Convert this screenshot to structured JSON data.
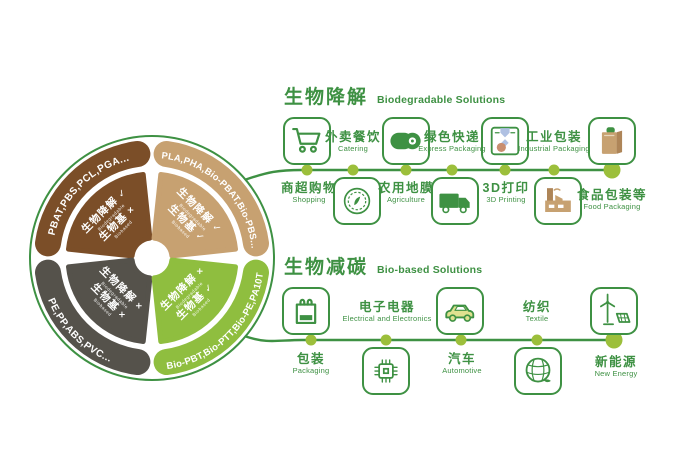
{
  "colors": {
    "green": "#3E9143",
    "olive_dot": "#9CBF3B",
    "brown": "#7B4E28",
    "tan": "#C7A171",
    "dark_gray": "#55524B",
    "leaf_green": "#8FBE3F"
  },
  "wheel": {
    "quadrants": [
      {
        "position": "top-left",
        "color": "#7B4E28",
        "band": "PBAT,PBS,PCL,PGA...",
        "biodegradable_zh": "生物降解",
        "biodegradable_mark": "✓",
        "biodegradable_en": "Biodegradable",
        "biobased_zh": "生物基",
        "biobased_mark": "×",
        "biobased_en": "Biobased"
      },
      {
        "position": "top-right",
        "color": "#C7A171",
        "band": "PLA,PHA,Bio-PBAT,Bio-PBS...",
        "biodegradable_zh": "生物降解",
        "biodegradable_mark": "✓",
        "biodegradable_en": "Biodegradable",
        "biobased_zh": "生物基",
        "biobased_mark": "✓",
        "biobased_en": "Biobased"
      },
      {
        "position": "bottom-left",
        "color": "#55524B",
        "band": "PE,PP,ABS,PVC...",
        "biodegradable_zh": "生物降解",
        "biodegradable_mark": "×",
        "biodegradable_en": "Biodegradable",
        "biobased_zh": "生物基",
        "biobased_mark": "×",
        "biobased_en": "Biobased"
      },
      {
        "position": "bottom-right",
        "color": "#8FBE3F",
        "band": "Bio-PBT,Bio-PTT,Bio-PE,PA10T",
        "biodegradable_zh": "生物降解",
        "biodegradable_mark": "×",
        "biodegradable_en": "Biodegradable",
        "biobased_zh": "生物基",
        "biobased_mark": "✓",
        "biobased_en": "Biobased"
      }
    ]
  },
  "sections": [
    {
      "title_zh": "生物降解",
      "title_en": "Biodegradable Solutions",
      "labels": [
        {
          "zh": "外卖餐饮",
          "en": "Catering"
        },
        {
          "zh": "绿色快递",
          "en": "Express Packaging"
        },
        {
          "zh": "工业包装",
          "en": "Industrial Packaging"
        },
        {
          "zh": "商超购物",
          "en": "Shopping"
        },
        {
          "zh": "农用地膜",
          "en": "Agriculture"
        },
        {
          "zh": "3D打印",
          "en": "3D Printing"
        },
        {
          "zh": "食品包装等",
          "en": "Food Packaging"
        }
      ],
      "icons": [
        "shopping-cart",
        "film-roll",
        "printing-machine",
        "paper-bag",
        "eco-seal",
        "delivery-truck",
        "factory"
      ]
    },
    {
      "title_zh": "生物减碳",
      "title_en": "Bio-based Solutions",
      "labels": [
        {
          "zh": "电子电器",
          "en": "Electrical and Electronics"
        },
        {
          "zh": "纺织",
          "en": "Textile"
        },
        {
          "zh": "包装",
          "en": "Packaging"
        },
        {
          "zh": "汽车",
          "en": "Automotive"
        },
        {
          "zh": "新能源",
          "en": "New Energy"
        }
      ],
      "icons": [
        "shopping-bag",
        "car",
        "wind-solar",
        "chip",
        "yarn-ball"
      ]
    }
  ]
}
